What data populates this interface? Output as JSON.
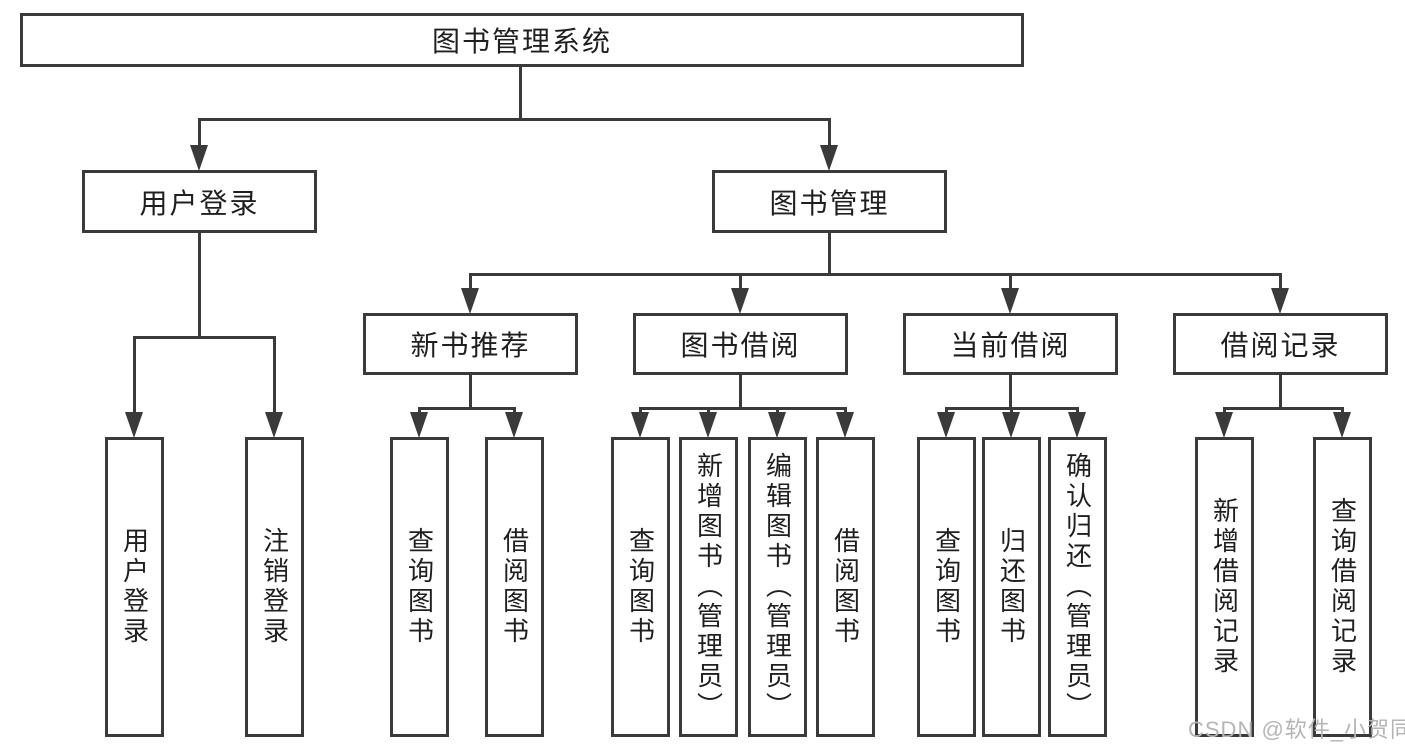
{
  "diagram": {
    "title_box": "图书管理系统",
    "level2": {
      "user_login": "用户登录",
      "book_management": "图书管理"
    },
    "level3": {
      "new_book_recommend": "新书推荐",
      "book_borrow": "图书借阅",
      "current_borrow": "当前借阅",
      "borrow_record": "借阅记录"
    },
    "leaves": {
      "user_login": [
        "用户登录",
        "注销登录"
      ],
      "new_book_recommend": [
        "查询图书",
        "借阅图书"
      ],
      "book_borrow": [
        "查询图书",
        "新增图书（管理员）",
        "编辑图书（管理员）",
        "借阅图书"
      ],
      "current_borrow": [
        "查询图书",
        "归还图书",
        "确认归还（管理员）"
      ],
      "borrow_record": [
        "新增借阅记录",
        "查询借阅记录"
      ]
    },
    "watermark": "CSDN @软件_小贺同学",
    "colors": {
      "line": "#3a3a3a",
      "text": "#1f1f1f",
      "watermark": "#b5b5b5",
      "background": "#ffffff"
    }
  }
}
